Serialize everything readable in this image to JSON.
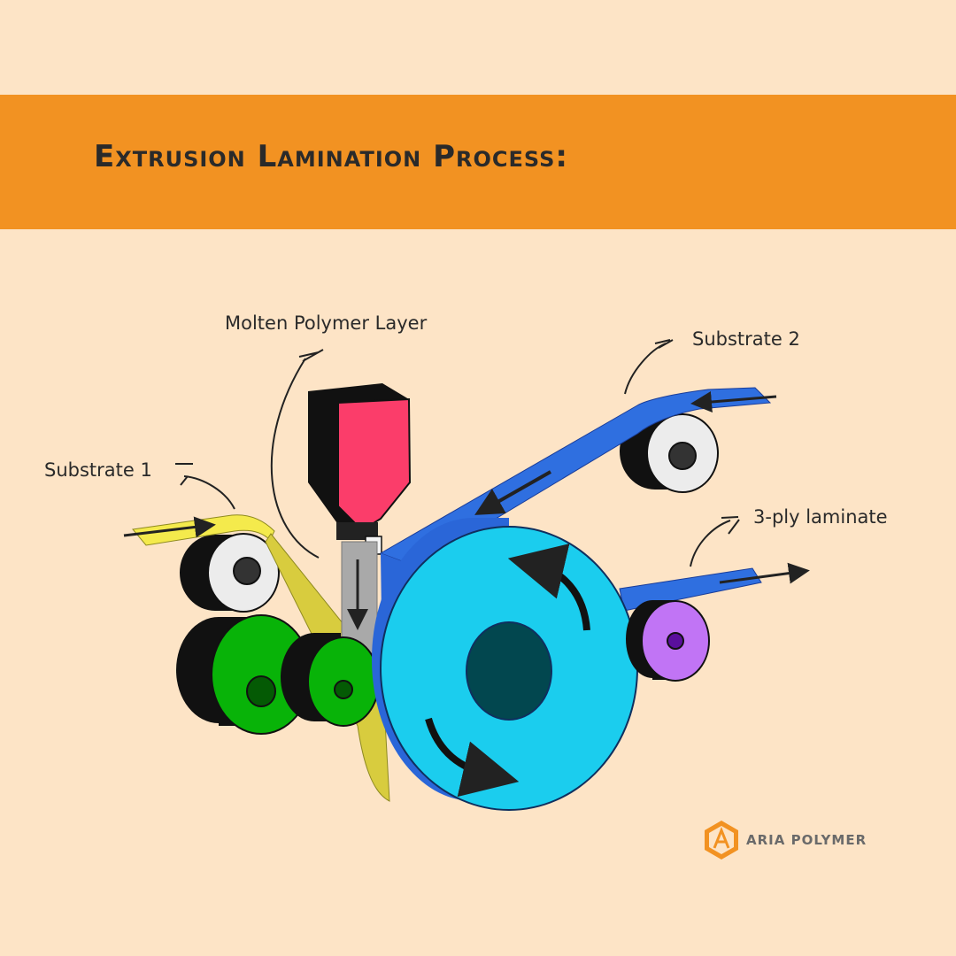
{
  "header": {
    "title": "Extrusion Lamination Process:"
  },
  "labels": {
    "molten_polymer": "Molten Polymer Layer",
    "substrate_1": "Substrate 1",
    "substrate_2": "Substrate 2",
    "laminate": "3-ply laminate"
  },
  "brand": {
    "name": "ARIA POLYMER"
  },
  "colors": {
    "background": "#fde4c6",
    "banner": "#f29222",
    "substrate_1": "#f4ea4c",
    "substrate_2": "#2f6fe0",
    "extruder": "#fb3d6a",
    "chill_roll": "#1bcdee",
    "chill_roll_hub": "#02474f",
    "nip_rolls": "#08b308",
    "laminate_roll": "#c174f5",
    "idler_rolls": "#e9e9e9"
  }
}
